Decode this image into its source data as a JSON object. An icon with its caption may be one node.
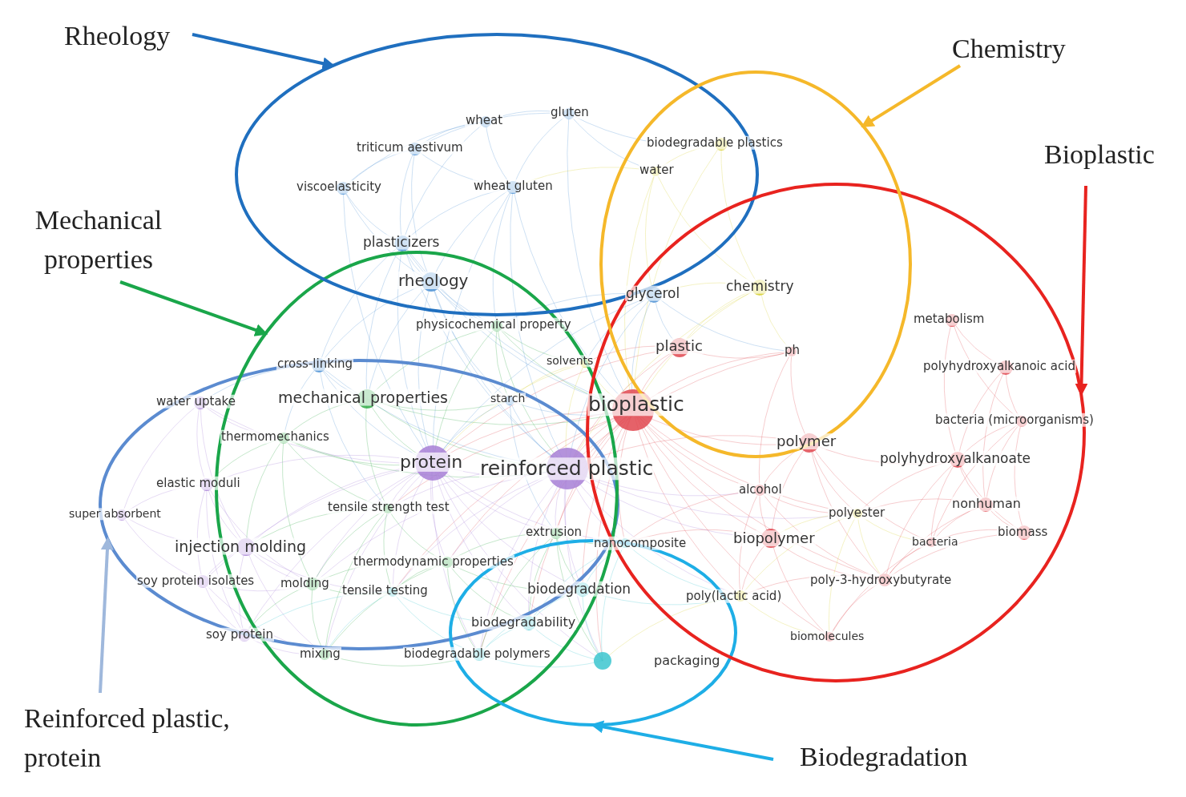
{
  "diagram": {
    "nodes": [
      {
        "text": [
          "Rheology"
        ]
      },
      {
        "text": [
          "Chemistry"
        ]
      },
      {
        "text": [
          "Bioplastic"
        ]
      },
      {
        "text": [
          "Mechanical properties"
        ]
      },
      {
        "text": [
          "Reinforced plastic, protein"
        ]
      },
      {
        "text": [
          "Biodegradation"
        ]
      },
      {
        "text": [],
        "shape": "ellipse"
      },
      {
        "text": [],
        "shape": "ellipse"
      },
      {
        "text": [],
        "shape": "ellipse"
      },
      {
        "text": [],
        "shape": "ellipse"
      },
      {
        "text": [],
        "shape": "ellipse"
      },
      {
        "text": [],
        "shape": "ellipse"
      }
    ],
    "edges": [
      {
        "from": 0,
        "to": 8,
        "arrow": "to",
        "color": "#1f6fbf"
      },
      {
        "from": 1,
        "to": 11,
        "arrow": "to",
        "color": "#f5b82a"
      },
      {
        "from": 2,
        "to": 10,
        "arrow": "to",
        "color": "#e8231f"
      },
      {
        "from": 3,
        "to": 7,
        "arrow": "to",
        "color": "#1aa64a"
      },
      {
        "from": 4,
        "to": 6,
        "arrow": "to",
        "color": "#9fb8dc"
      },
      {
        "from": 5,
        "to": 9,
        "arrow": "to",
        "color": "#1eaee6"
      }
    ],
    "labels": [
      "gluten",
      "wheat",
      "biodegradable plastics",
      "triticum aestivum",
      "water",
      "viscoelasticity",
      "wheat gluten",
      "plasticizers",
      "rheology",
      "chemistry",
      "glycerol",
      "metabolism",
      "physicochemical property",
      "plastic",
      "ph",
      "cross-linking",
      "solvents",
      "polyhydroxyalkanoic acid",
      "mechanical properties",
      "water uptake",
      "starch",
      "bioplastic",
      "bacteria (microorganisms)",
      "thermomechanics",
      "polymer",
      "polyhydroxyalkanoate",
      "protein",
      "reinforced plastic",
      "elastic moduli",
      "alcohol",
      "nonhuman",
      "tensile strength test",
      "super absorbent",
      "polyester",
      "extrusion",
      "biomass",
      "biopolymer",
      "nanocomposite",
      "bacteria",
      "injection molding",
      "thermodynamic properties",
      "poly-3-hydroxybutyrate",
      "soy protein isolates",
      "molding",
      "tensile testing",
      "biodegradation",
      "poly(lactic acid)",
      "biodegradability",
      "soy protein",
      "biomolecules",
      "mixing",
      "biodegradable polymers",
      "packaging"
    ]
  }
}
